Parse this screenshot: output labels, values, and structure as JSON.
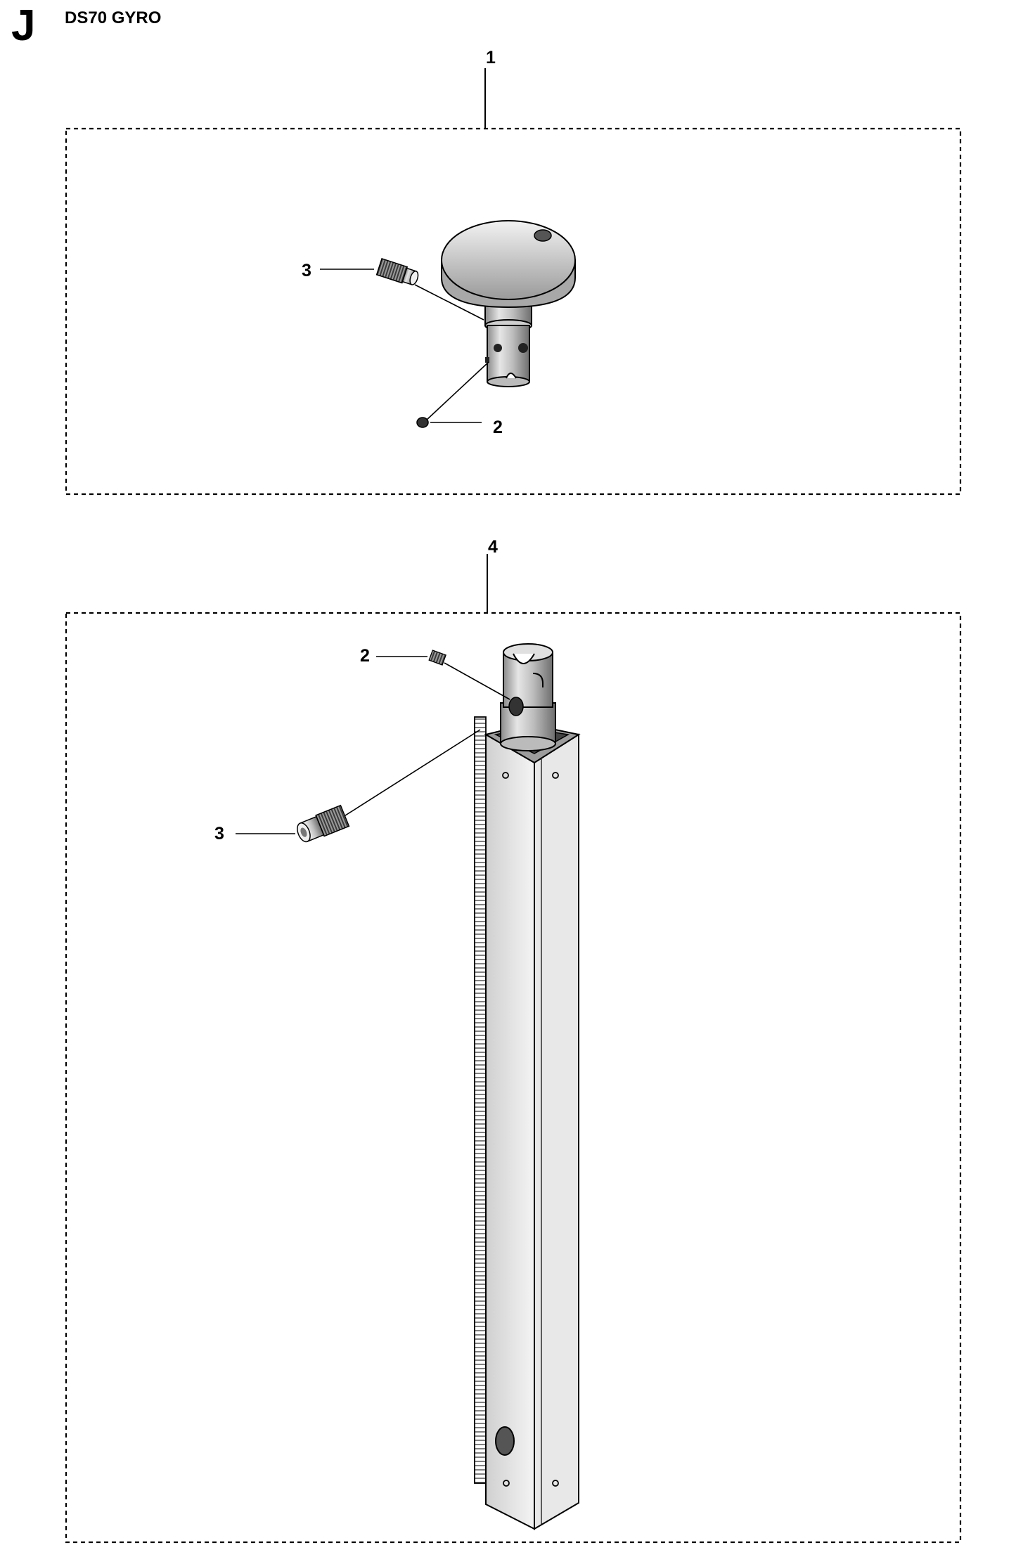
{
  "header": {
    "section_letter": "J",
    "title": "DS70 GYRO"
  },
  "groups": [
    {
      "callout": "1"
    },
    {
      "callout": "4"
    }
  ],
  "callouts": {
    "g1_part3": "3",
    "g1_part2": "2",
    "g2_part2": "2",
    "g2_part3": "3"
  }
}
